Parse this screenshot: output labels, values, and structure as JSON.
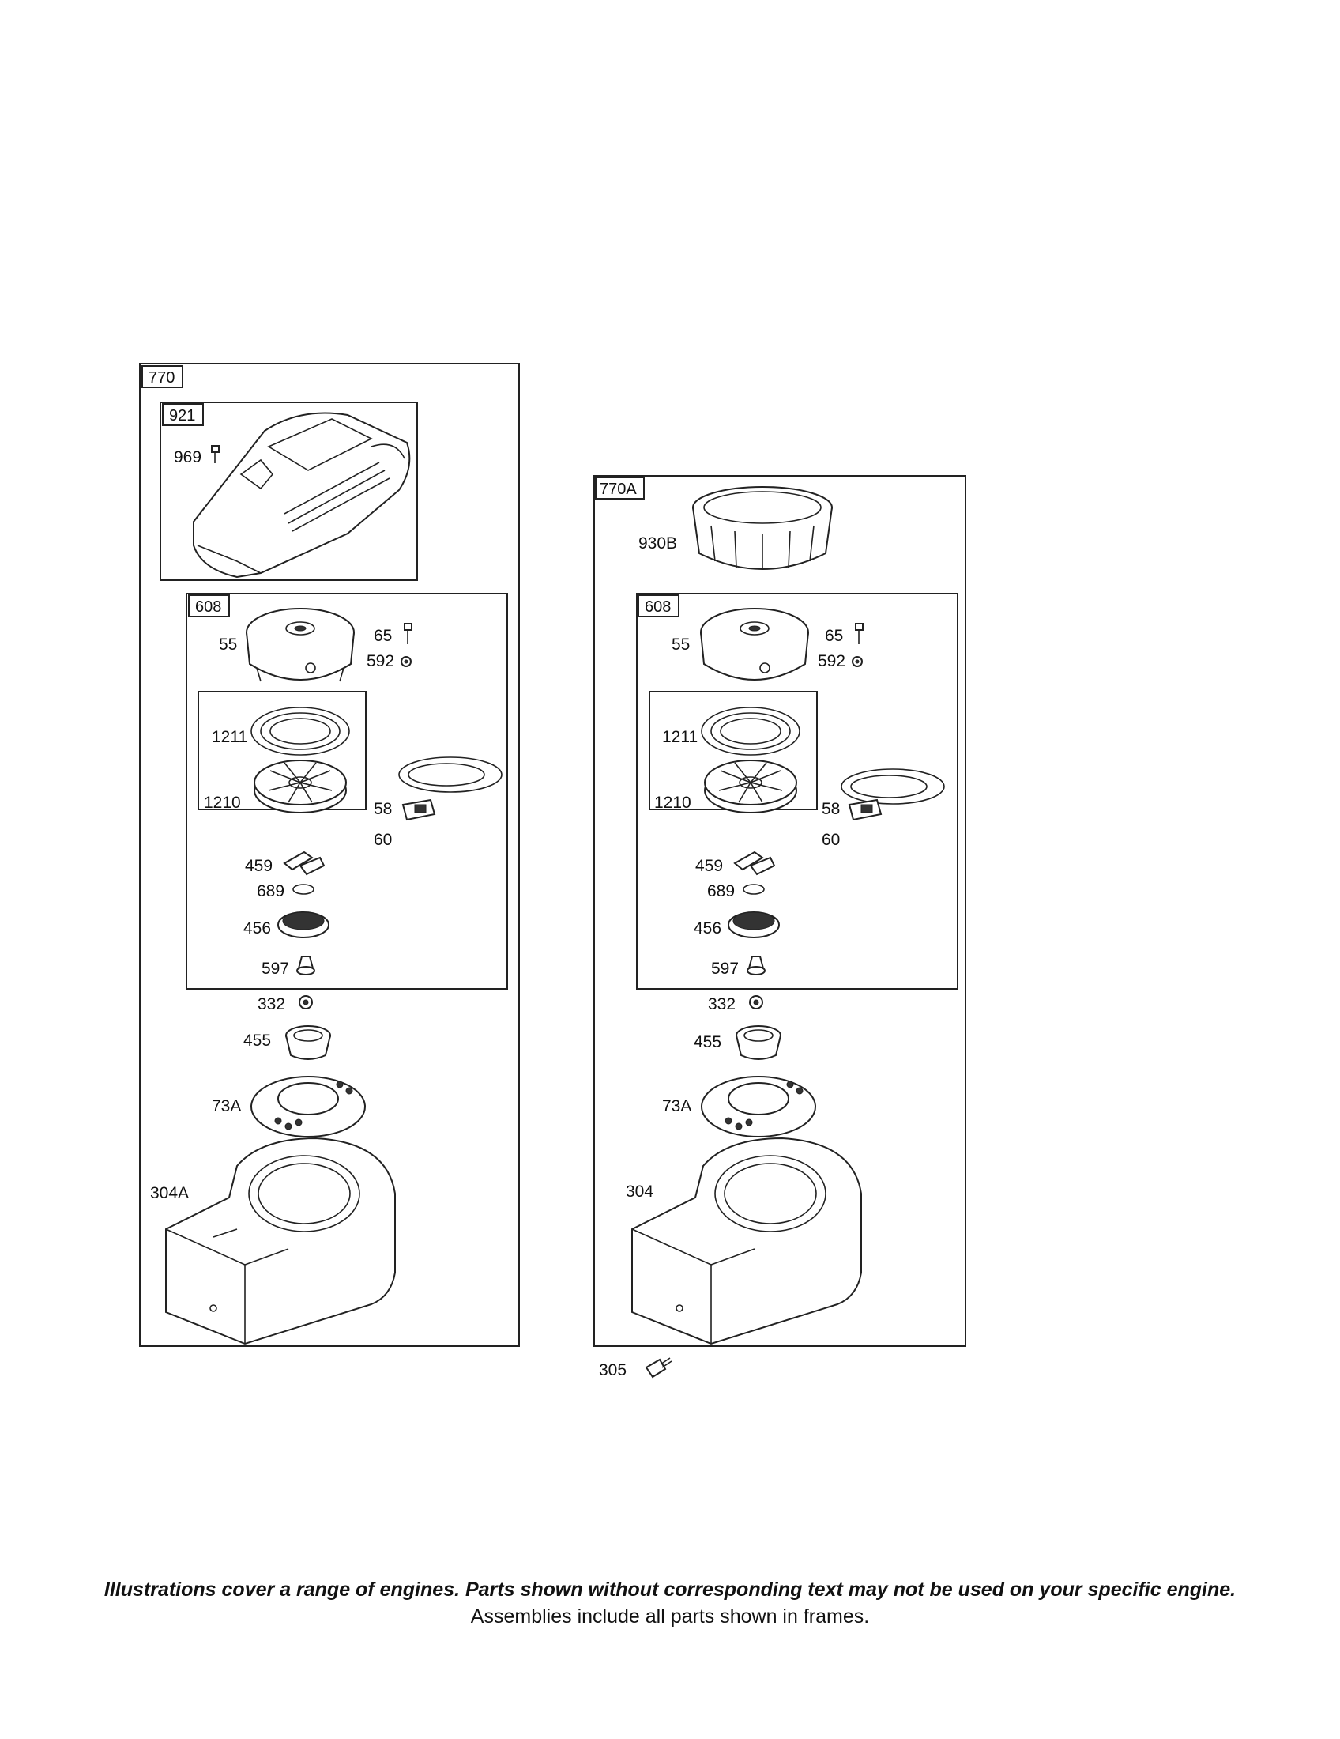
{
  "assemblies": {
    "left": {
      "frame_label": "770",
      "cover": {
        "box_label": "921",
        "screw": "969"
      },
      "starter": {
        "box_label": "608",
        "parts": [
          "55",
          "65",
          "592",
          "1211",
          "1210",
          "58",
          "60",
          "459",
          "689",
          "456",
          "597"
        ]
      },
      "lower_parts": [
        "332",
        "455",
        "73A",
        "304A"
      ]
    },
    "right": {
      "frame_label": "770A",
      "ring": "930B",
      "starter": {
        "box_label": "608",
        "parts": [
          "55",
          "65",
          "592",
          "1211",
          "1210",
          "58",
          "60",
          "459",
          "689",
          "456",
          "597"
        ]
      },
      "lower_parts": [
        "332",
        "455",
        "73A",
        "304"
      ]
    }
  },
  "loose_parts": [
    "305"
  ],
  "footer": {
    "note": "Illustrations cover a range of engines. Parts shown without corresponding text may not be used on your specific engine.",
    "subnote": "Assemblies include all parts shown in frames."
  }
}
